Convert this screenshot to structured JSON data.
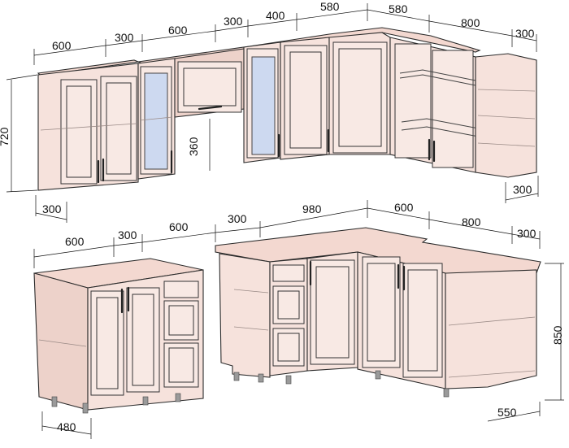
{
  "upper_widths": [
    "600",
    "300",
    "600",
    "300",
    "400",
    "580",
    "580",
    "800",
    "300"
  ],
  "upper_height": "720",
  "upper_gap": "360",
  "upper_left_depth": "300",
  "upper_right_depth": "300",
  "lower_left_widths": [
    "600",
    "300",
    "600"
  ],
  "lower_left_depth": "480",
  "lower_right_widths": [
    "300",
    "980",
    "600",
    "800",
    "300"
  ],
  "lower_height": "850",
  "lower_right_depth": "550",
  "colors": {
    "carcass": "#f6e2dc",
    "glass": "#c9d8f2",
    "line": "#2b2b2b"
  }
}
